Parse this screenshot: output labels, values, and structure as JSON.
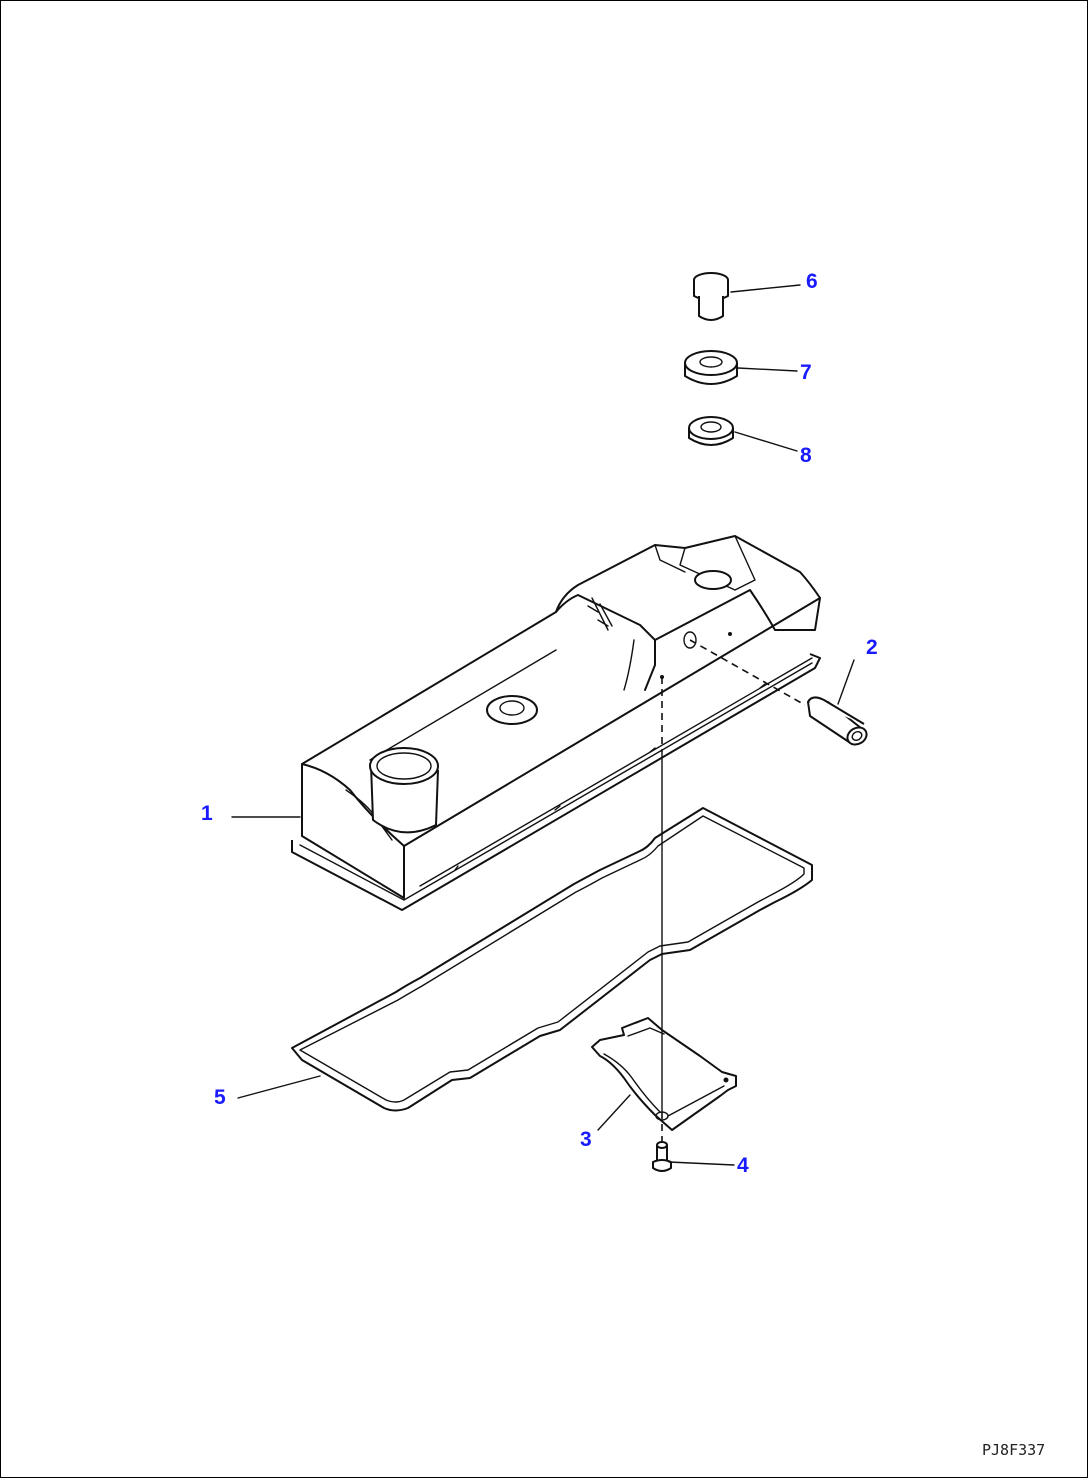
{
  "diagram": {
    "drawing_code": "PJ8F337",
    "callouts": [
      {
        "id": "1",
        "label": "1"
      },
      {
        "id": "2",
        "label": "2"
      },
      {
        "id": "3",
        "label": "3"
      },
      {
        "id": "4",
        "label": "4"
      },
      {
        "id": "5",
        "label": "5"
      },
      {
        "id": "6",
        "label": "6"
      },
      {
        "id": "7",
        "label": "7"
      },
      {
        "id": "8",
        "label": "8"
      }
    ],
    "colors": {
      "callout": "#1a1aff",
      "line": "#111111",
      "background": "#ffffff"
    }
  }
}
